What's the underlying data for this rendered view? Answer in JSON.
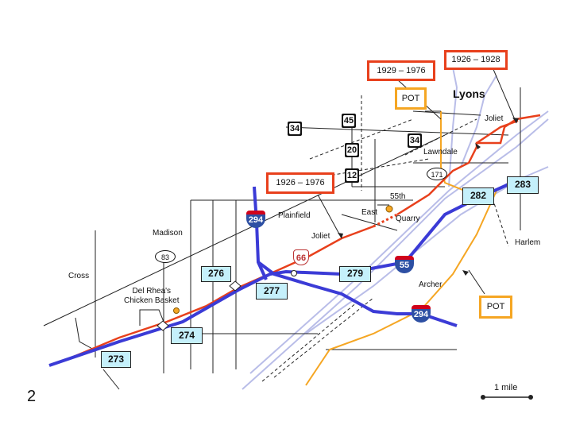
{
  "page_number": "2",
  "places": {
    "lyons": "Lyons",
    "joliet_ne": "Joliet",
    "lawndale": "Lawndale",
    "street_55th": "55th",
    "east": "East",
    "quarry": "Quarry",
    "plainfield": "Plainfield",
    "madison": "Madison",
    "joliet_mid": "Joliet",
    "cross": "Cross",
    "harlem": "Harlem",
    "archer": "Archer",
    "del_rheas": "Del Rhea's\nChicken Basket"
  },
  "date_boxes": {
    "a": "1929 – 1976",
    "b": "1926 – 1928",
    "c": "1926 – 1976"
  },
  "pot_labels": {
    "top": "POT",
    "bottom": "POT"
  },
  "exits": [
    "273",
    "274",
    "276",
    "277",
    "279",
    "282",
    "283"
  ],
  "shields": {
    "us34_left": "34",
    "us45": "45",
    "us20": "20",
    "us12": "12",
    "us34_right": "34",
    "il171": "171",
    "il83": "83",
    "i294_top": "294",
    "i55": "55",
    "i294_bottom": "294",
    "route66": "66"
  },
  "scale": "1 mile",
  "colors": {
    "interstate": "#3b3bd6",
    "route66": "#e8401c",
    "pot": "#f5a623",
    "waterway": "#b9bde8",
    "road": "#222222"
  }
}
